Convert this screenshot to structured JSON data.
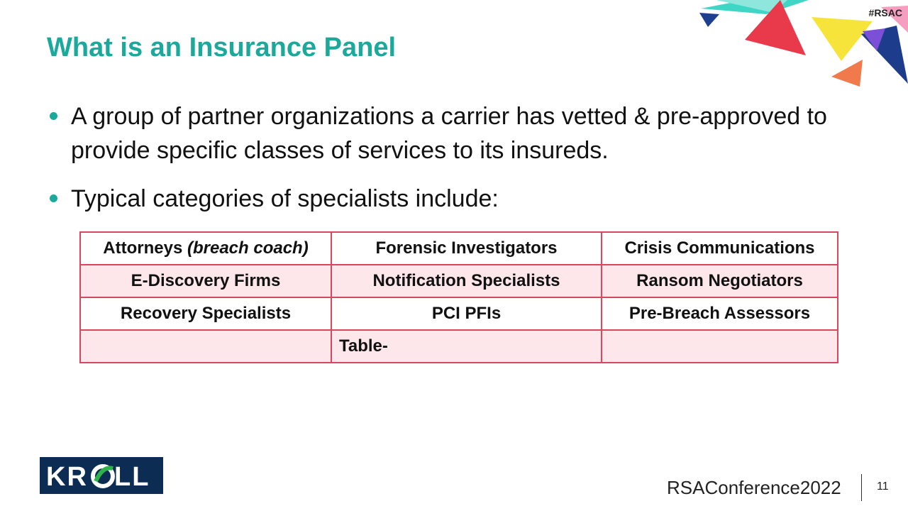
{
  "slide": {
    "hashtag": "#RSAC",
    "title": "What is an Insurance Panel",
    "bullets": [
      "A group of partner organizations a carrier has vetted & pre-approved to provide specific classes of services to its insureds.",
      "Typical categories of specialists include:"
    ],
    "table": {
      "rows": [
        [
          "Attorneys",
          "Forensic Investigators",
          "Crisis Communications"
        ],
        [
          "E-Discovery Firms",
          "Notification Specialists",
          "Ransom Negotiators"
        ],
        [
          "Recovery Specialists",
          "PCI PFIs",
          "Pre-Breach Assessors"
        ],
        [
          "",
          "Table-",
          ""
        ]
      ],
      "row0_col0_suffix": "(breach coach)"
    },
    "logo_text": "KROLL",
    "footer_brand": "RSAConference2022",
    "page_number": "11",
    "colors": {
      "title": "#1aa99b",
      "bullet": "#1aa99b",
      "table_border": "#d9475f",
      "table_alt_row": "#fde7ea",
      "logo_bg": "#0c2c53",
      "logo_accent": "#2db34a"
    },
    "decoration_icons": [
      "triangle-cyan",
      "triangle-red",
      "triangle-yellow",
      "triangle-navy",
      "triangle-orange",
      "triangle-pink"
    ]
  }
}
